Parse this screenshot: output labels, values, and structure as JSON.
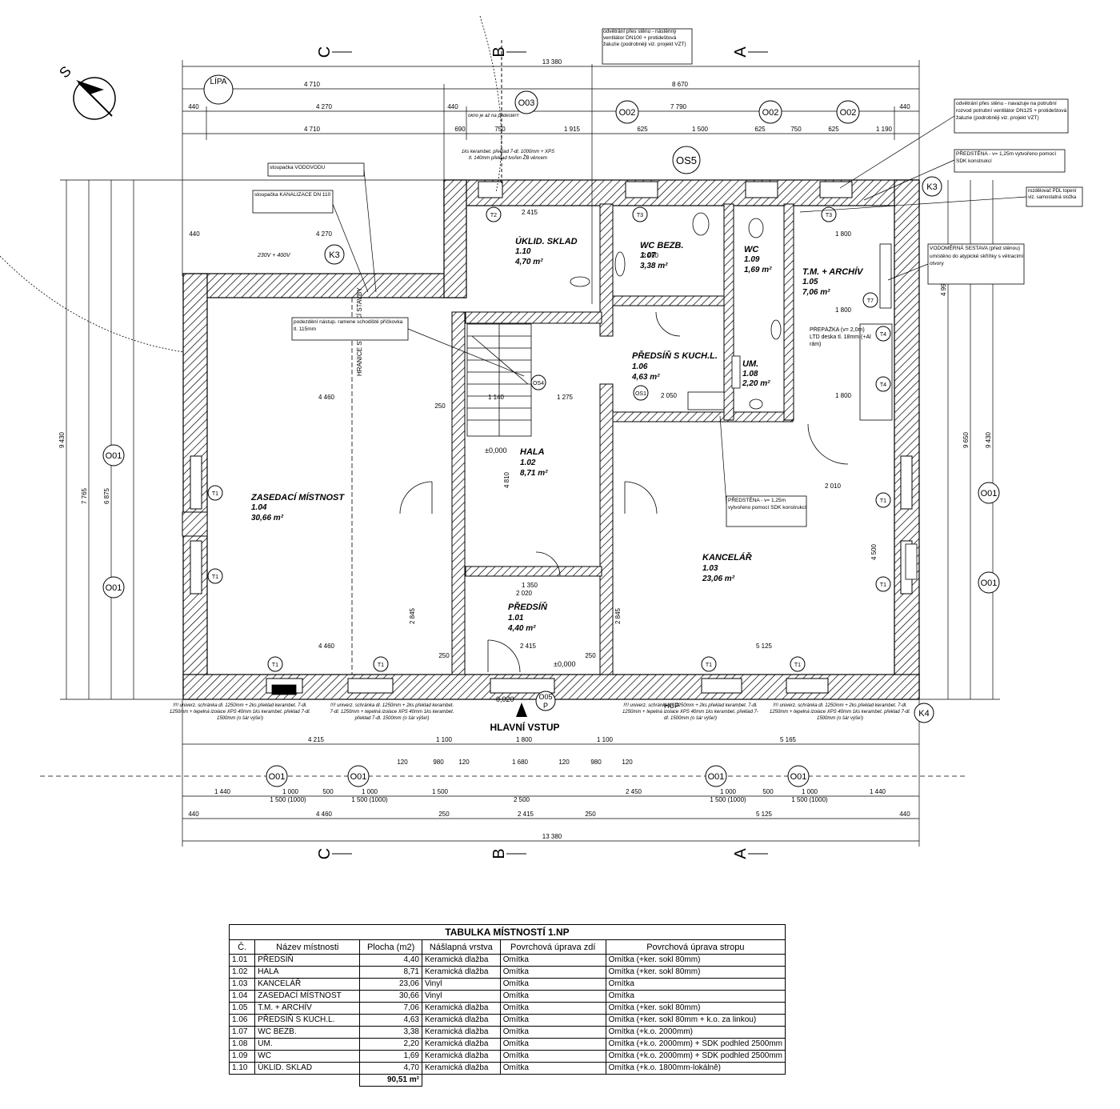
{
  "sections": {
    "c": "C",
    "b": "B",
    "a": "A"
  },
  "compass": "S",
  "entrance": "HLAVNÍ VSTUP",
  "tree": "LÍPA",
  "rooms": [
    {
      "no": "1.01",
      "name": "PŘEDSÍŇ",
      "area": "4,40 m²"
    },
    {
      "no": "1.02",
      "name": "HALA",
      "area": "8,71 m²"
    },
    {
      "no": "1.03",
      "name": "KANCELÁŘ",
      "area": "23,06 m²"
    },
    {
      "no": "1.04",
      "name": "ZASEDACÍ MÍSTNOST",
      "area": "30,66 m²"
    },
    {
      "no": "1.05",
      "name": "T.M. + ARCHÍV",
      "area": "7,06 m²"
    },
    {
      "no": "1.06",
      "name": "PŘEDSÍŇ S KUCH.L.",
      "area": "4,63 m²"
    },
    {
      "no": "1.07",
      "name": "WC BEZB.",
      "area": "3,38 m²"
    },
    {
      "no": "1.08",
      "name": "UM.",
      "area": "2,20 m²"
    },
    {
      "no": "1.09",
      "name": "WC",
      "area": "1,69 m²"
    },
    {
      "no": "1.10",
      "name": "ÚKLID. SKLAD",
      "area": "4,70 m²"
    }
  ],
  "tags": {
    "o01": "O01",
    "o02": "O02",
    "o03": "O03",
    "os5": "OS5",
    "os4": "OS4",
    "os1": "OS1",
    "k3": "K3",
    "k4": "K4",
    "t1": "T1",
    "t2": "T2",
    "t3": "T3",
    "t7": "T7",
    "t4": "T4",
    "o05": "O05",
    "p": "P"
  },
  "dims": {
    "total": "13 380",
    "d4710": "4 710",
    "d8670": "8 670",
    "d440": "440",
    "d4270": "4 270",
    "d7790": "7 790",
    "d690": "690",
    "d750": "750",
    "d1915": "1 915",
    "d625": "625",
    "d1500": "1 500",
    "d1190": "1 190",
    "d4460": "4 460",
    "d250": "250",
    "d2415": "2 415",
    "d5125": "5 125",
    "d4215": "4 215",
    "d1100": "1 100",
    "d1800": "1 800",
    "d5165": "5 165",
    "d1440": "1 440",
    "d1000": "1 000",
    "d500": "500",
    "d2500": "2 500",
    "d2450": "2 450",
    "d1500b": "1 500 (1000)",
    "d9430": "9 430",
    "d9650": "9 650",
    "d4990": "4 990",
    "d6875": "6 875",
    "d7765": "7 765",
    "d4500": "4 500",
    "d2845": "2 845",
    "d2020": "2 020",
    "d2010": "2 010",
    "d2050": "2 050",
    "d1275": "1 275",
    "d1140": "1 140",
    "d1350": "1 350",
    "d4810": "4 810",
    "d120": "120",
    "d980": "980",
    "d1680": "1 680"
  },
  "levels": {
    "zero": "±0,000",
    "minus": "-0,020"
  },
  "notes": {
    "vent1": "odvětrání přes stěnu - nástěnný ventilátor DN100 + protideštová žaluzie (podrobněji viz. projekt VZT)",
    "vent2": "odvětrání přes stěnu - navazuje na potrubní rozvod potrubní ventilátor DN125 + protideštová žaluzie (podrobněji viz. projekt VZT)",
    "predstena": "PŘEDSTĚNA - v= 1,25m vytvořeno pomocí SDK konstrukcí",
    "rozdelovac": "rozdělovač PDL topení viz. samostatná složka",
    "vodomer": "VODOMĚRNÁ SESTAVA (před stěnou) umístěno do atypické skříňky s větracími otvory",
    "vodovod": "stoupačka VODOVODU",
    "kanal": "stoupačka KANALIZACE DN 110",
    "podezdeni": "podezdění nástup. ramene schodiště příčkovka tl. 115mm",
    "prepazka": "PŘEPÁŽKA (v= 2,0m) LTD deska tl. 18mm (+Al rám)",
    "predstena2": "PŘEDSTĚNA - v= 1,25m vytvořeno pomocí SDK konstrukcí",
    "hranice": "HRANICE STÁVAJÍCÍ STAVBY",
    "okno": "okno je až na podestě!!!",
    "volt": "230V + 400V",
    "sill": "!!!! univerz. schránka dl. 1250mm + 2ks překlad kerambet. 7-dl. 1250mm + tepelná izolace XPS 40mm 1ks kerambet. překlad 7-dl. 1500mm (o šár výše!)",
    "lintel": "1ks kerambet. překlad 7-dl. 1000mm + XPS tl. 140mm překlad tvořen ŽB věncem",
    "hup": "HUP"
  },
  "table": {
    "title": "TABULKA MÍSTNOSTÍ 1.NP",
    "headers": [
      "Č.",
      "Název místnosti",
      "Plocha (m2)",
      "Nášlapná vrstva",
      "Povrchová úprava zdí",
      "Povrchová úprava stropu"
    ],
    "rows": [
      [
        "1.01",
        "PŘEDSÍŇ",
        "4,40",
        "Keramická dlažba",
        "Omítka",
        "Omítka (+ker. sokl 80mm)"
      ],
      [
        "1.02",
        "HALA",
        "8,71",
        "Keramická dlažba",
        "Omítka",
        "Omítka (+ker. sokl 80mm)"
      ],
      [
        "1.03",
        "KANCELÁŘ",
        "23,06",
        "Vinyl",
        "Omítka",
        "Omítka"
      ],
      [
        "1.04",
        "ZASEDACÍ MÍSTNOST",
        "30,66",
        "Vinyl",
        "Omítka",
        "Omítka"
      ],
      [
        "1.05",
        "T.M. + ARCHÍV",
        "7,06",
        "Keramická dlažba",
        "Omítka",
        "Omítka (+ker. sokl 80mm)"
      ],
      [
        "1.06",
        "PŘEDSÍŇ S KUCH.L.",
        "4,63",
        "Keramická dlažba",
        "Omítka",
        "Omítka (+ker. sokl 80mm + k.o. za linkou)"
      ],
      [
        "1.07",
        "WC BEZB.",
        "3,38",
        "Keramická dlažba",
        "Omítka",
        "Omítka (+k.o. 2000mm)"
      ],
      [
        "1.08",
        "UM.",
        "2,20",
        "Keramická dlažba",
        "Omítka",
        "Omítka (+k.o. 2000mm) + SDK podhled 2500mm"
      ],
      [
        "1.09",
        "WC",
        "1,69",
        "Keramická dlažba",
        "Omítka",
        "Omítka (+k.o. 2000mm) + SDK podhled 2500mm"
      ],
      [
        "1.10",
        "ÚKLID. SKLAD",
        "4,70",
        "Keramická dlažba",
        "Omítka",
        "Omítka (+k.o. 1800mm-lokálně)"
      ]
    ],
    "total": "90,51 m²"
  }
}
